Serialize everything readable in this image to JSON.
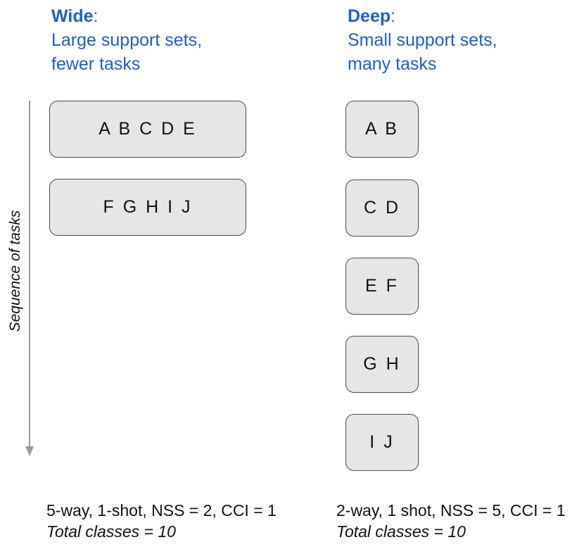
{
  "wide": {
    "title": "Wide",
    "colon": ":",
    "subtitle_line1": "Large support sets,",
    "subtitle_line2": "fewer tasks",
    "tasks": [
      "A B C D E",
      "F G H I J"
    ],
    "footer_line1": "5-way, 1-shot, NSS = 2, CCI = 1",
    "footer_line2": "Total classes = 10"
  },
  "deep": {
    "title": "Deep",
    "colon": ":",
    "subtitle_line1": "Small support sets,",
    "subtitle_line2": "many tasks",
    "tasks": [
      "A B",
      "C D",
      "E F",
      "G H",
      "I J"
    ],
    "footer_line1": "2-way, 1 shot, NSS = 5, CCI = 1",
    "footer_line2": "Total classes = 10"
  },
  "axis": {
    "label": "Sequence of tasks"
  },
  "colors": {
    "accent": "#1f5fc8",
    "box_fill": "#e6e6e6",
    "box_border": "#4a4a4a",
    "arrow": "#999999"
  }
}
